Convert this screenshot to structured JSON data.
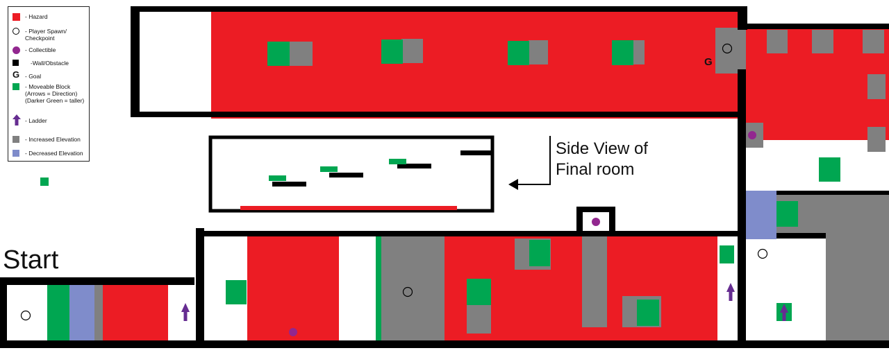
{
  "legend": {
    "items": [
      {
        "label": "- Hazard",
        "icon": "hazard-swatch",
        "color": "#ec1c24"
      },
      {
        "label": "- Player Spawn/\nCheckpoint",
        "icon": "spawn-circle",
        "color": "#ffffff"
      },
      {
        "label": "- Collectible",
        "icon": "collectible-dot",
        "color": "#92278f"
      },
      {
        "label": "-Wall/Obstacle",
        "icon": "wall-swatch",
        "color": "#000000"
      },
      {
        "label": "- Goal",
        "icon": "goal-letter",
        "symbol": "G"
      },
      {
        "label": "- Moveable Block\n(Arrows = Direction)\n(Darker Green = taller)",
        "icon": "moveable-block-swatch",
        "color": "#00a651"
      },
      {
        "label": "- Ladder",
        "icon": "ladder-arrow-icon",
        "color": "#662d91"
      },
      {
        "label": "- Increased Elevation",
        "icon": "increased-elevation-swatch",
        "color": "#808080"
      },
      {
        "label": "- Decreased Elevation",
        "icon": "decreased-elevation-swatch",
        "color": "#7f8ccb"
      }
    ]
  },
  "labels": {
    "start": "Start",
    "side_view": "Side View of\nFinal room",
    "goal": "G"
  },
  "colors": {
    "hazard": "#ec1c24",
    "wall": "#000000",
    "block": "#00a651",
    "elevation_up": "#808080",
    "elevation_down": "#7f8ccb",
    "collectible": "#92278f",
    "ladder": "#662d91"
  }
}
